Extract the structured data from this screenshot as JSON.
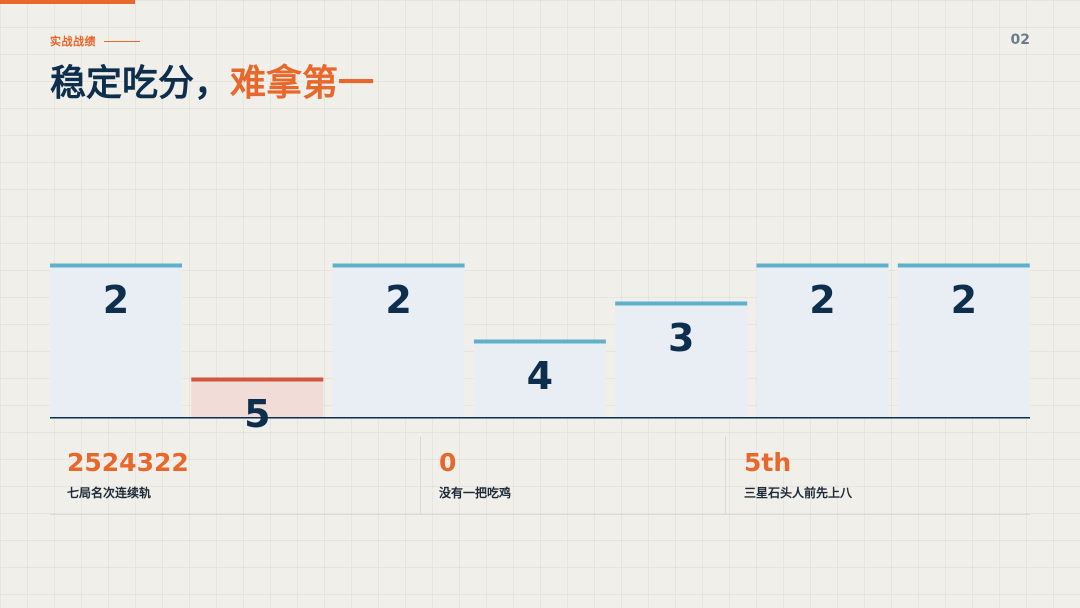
{
  "header": {
    "eyebrow": "实战战绩",
    "title_main": "稳定吃分，",
    "title_highlight": "难拿第一",
    "page_number": "02"
  },
  "colors": {
    "accent": "#e8672b",
    "navy": "#0d2e4d",
    "bar_fill": "#e8eef4",
    "bar_top": "#5fb0c9",
    "bar_fill_highlight": "#f1dcd8",
    "bar_top_highlight": "#d15640"
  },
  "chart_data": {
    "type": "bar",
    "title": "",
    "categories": [
      "",
      "",
      "",
      "",
      "",
      "",
      ""
    ],
    "values": [
      2,
      5,
      2,
      4,
      3,
      2,
      2
    ],
    "highlight_index": 1,
    "scale_note": "placement rank: lower rank = taller bar",
    "ylim": [
      1,
      6
    ],
    "grid": false,
    "legend": "none"
  },
  "stats": [
    {
      "value": "2524322",
      "label": "七局名次连续轨"
    },
    {
      "value": "0",
      "label": "没有一把吃鸡"
    },
    {
      "value": "5th",
      "label": "三星石头人前先上八"
    }
  ]
}
